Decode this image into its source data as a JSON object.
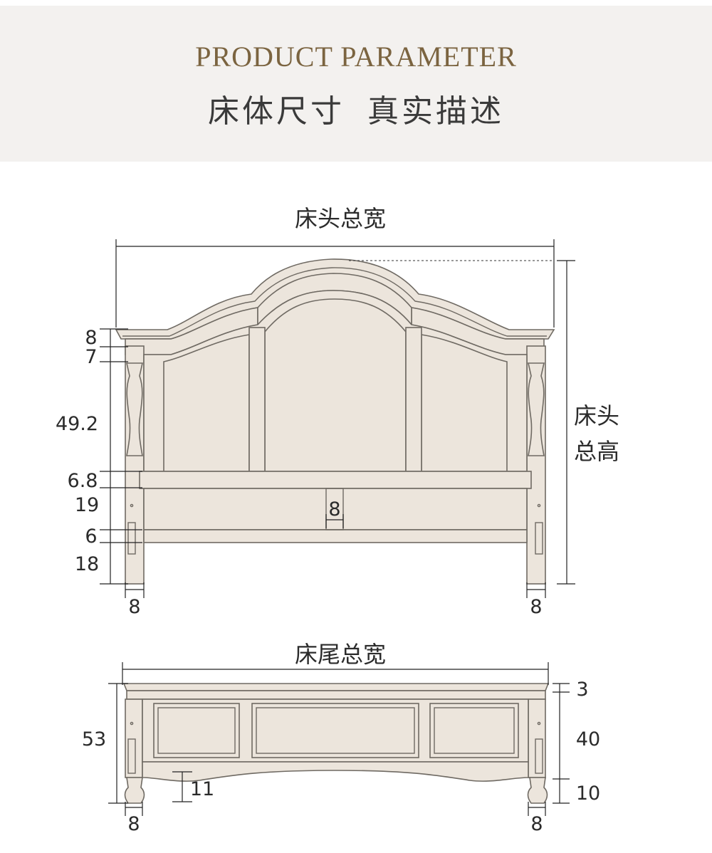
{
  "header": {
    "title_en": "PRODUCT PARAMETER",
    "title_cn": "床体尺寸  真实描述"
  },
  "headboard": {
    "width_label": "床头总宽",
    "height_label_line1": "床头",
    "height_label_line2": "总高",
    "dims": {
      "top_cap": "8",
      "top_rail": "7",
      "panel": "49.2",
      "mid_rail": "6.8",
      "lower_panel": "19",
      "bottom_rail": "6",
      "leg": "18",
      "post_left": "8",
      "post_right": "8",
      "center_stile": "8"
    }
  },
  "footboard": {
    "width_label": "床尾总宽",
    "dims": {
      "total_height": "53",
      "top_cap": "3",
      "panel": "40",
      "leg": "10",
      "apron": "11",
      "post_left": "8",
      "post_right": "8"
    }
  },
  "colors": {
    "header_bg": "#f3f1ef",
    "accent": "#7b6440",
    "wood_fill": "#ece5dc",
    "wood_line": "#6f6a63",
    "dim_line": "#222222"
  }
}
